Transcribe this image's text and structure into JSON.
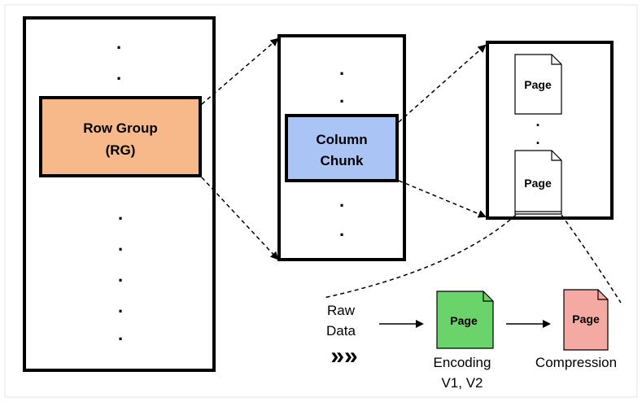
{
  "row_group": {
    "label_line1": "Row Group",
    "label_line2": "(RG)",
    "fill_color": "#f8b98a",
    "dots_count_top": 2,
    "dots_count_bottom": 5
  },
  "column_chunk": {
    "label_line1": "Column",
    "label_line2": "Chunk",
    "fill_color": "#a9c4f5",
    "dots_count_top": 2,
    "dots_count_bottom": 2
  },
  "pages_box": {
    "page_label_top": "Page",
    "page_label_bottom": "Page",
    "dots_count_middle": 2
  },
  "pipeline": {
    "raw_data_line1": "Raw",
    "raw_data_line2": "Data",
    "arrow_glyph": "»»",
    "encoded_page_label": "Page",
    "encoded_page_color": "#6ad36a",
    "encoding_caption_line1": "Encoding",
    "encoding_caption_line2": "V1, V2",
    "compressed_page_label": "Page",
    "compressed_page_color": "#f4a9a3",
    "compression_caption": "Compression"
  }
}
